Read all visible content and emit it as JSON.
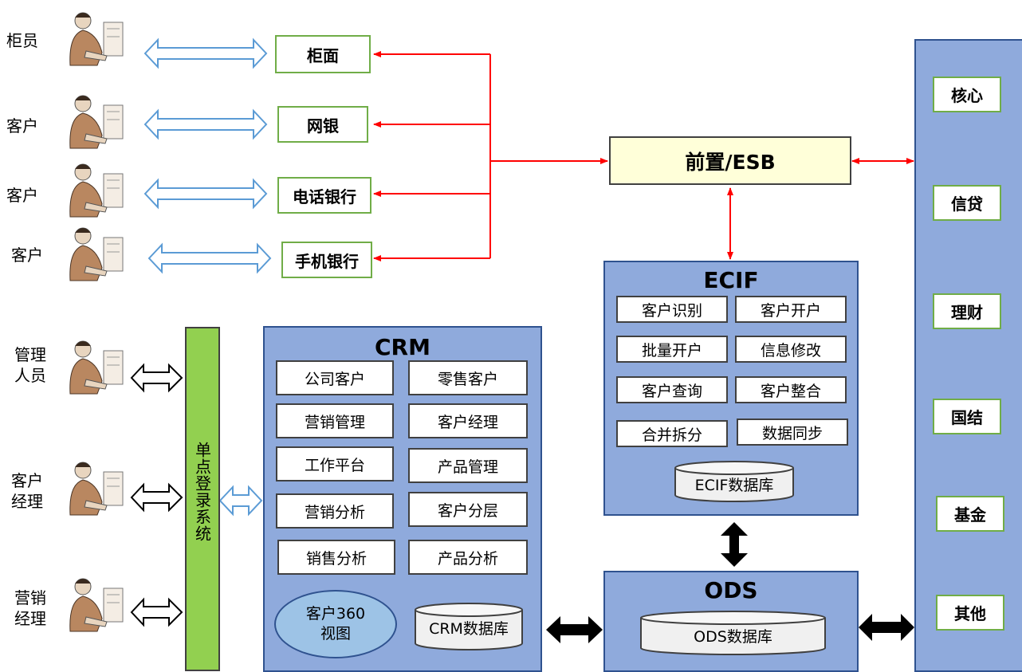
{
  "users": [
    {
      "label": "柜员",
      "icon": "user-at-computer-icon"
    },
    {
      "label": "客户",
      "icon": "user-at-computer-icon"
    },
    {
      "label": "客户",
      "icon": "user-at-computer-icon"
    },
    {
      "label": "客户",
      "icon": "user-at-computer-icon"
    },
    {
      "label": "管理\n人员",
      "icon": "user-at-computer-icon"
    },
    {
      "label": "客户\n经理",
      "icon": "user-at-computer-icon"
    },
    {
      "label": "营销\n经理",
      "icon": "user-at-computer-icon"
    }
  ],
  "channels": [
    "柜面",
    "网银",
    "电话银行",
    "手机银行"
  ],
  "esb": {
    "label": "前置/ESB"
  },
  "sso": {
    "label": "单点登录系统"
  },
  "crm": {
    "title": "CRM",
    "modules": [
      "公司客户",
      "零售客户",
      "营销管理",
      "客户经理",
      "工作平台",
      "产品管理",
      "营销分析",
      "客户分层",
      "销售分析",
      "产品分析"
    ],
    "view": "客户360\n视图",
    "db": "CRM数据库"
  },
  "ecif": {
    "title": "ECIF",
    "modules": [
      "客户识别",
      "客户开户",
      "批量开户",
      "信息修改",
      "客户查询",
      "客户整合",
      "合并拆分",
      "数据同步"
    ],
    "db": "ECIF数据库"
  },
  "ods": {
    "title": "ODS",
    "db": "ODS数据库"
  },
  "backend": [
    "核心",
    "信贷",
    "理财",
    "国结",
    "基金",
    "其他"
  ],
  "colors": {
    "panel": "#8faadc",
    "panel_border": "#2f528f",
    "sso_bar": "#92d050",
    "channel_border": "#70ad47",
    "esb_fill": "#ffffd9",
    "red_line": "#ff0000",
    "hollow_arrow": "#5b9bd5",
    "db_fill": "#f0f0f0",
    "view_fill": "#9dc3e6"
  }
}
